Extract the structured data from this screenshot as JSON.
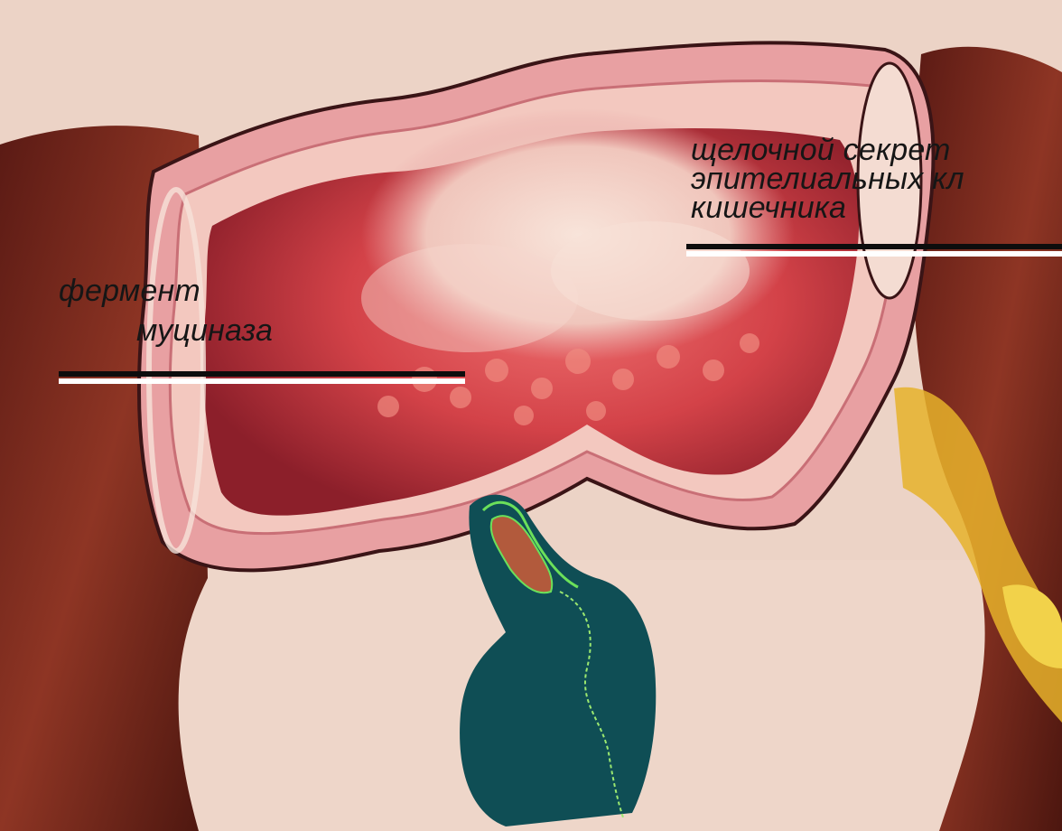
{
  "labels": {
    "mucinase": [
      "фермент",
      "муциназа"
    ],
    "alkaline_secretion": [
      "щелочной секрет",
      "эпителиальных кл",
      "кишечника"
    ]
  },
  "colors": {
    "background": "#ecd3c6",
    "intestine_wall": "#e8a0a2",
    "intestine_lumen": "#c8383f",
    "mucosa_light": "#f1d4cc",
    "surrounding_tissue": "#7a2a20",
    "appendix": "#0f4e55",
    "appendix_outline": "#6be05a",
    "fat": "#e6b22a"
  }
}
